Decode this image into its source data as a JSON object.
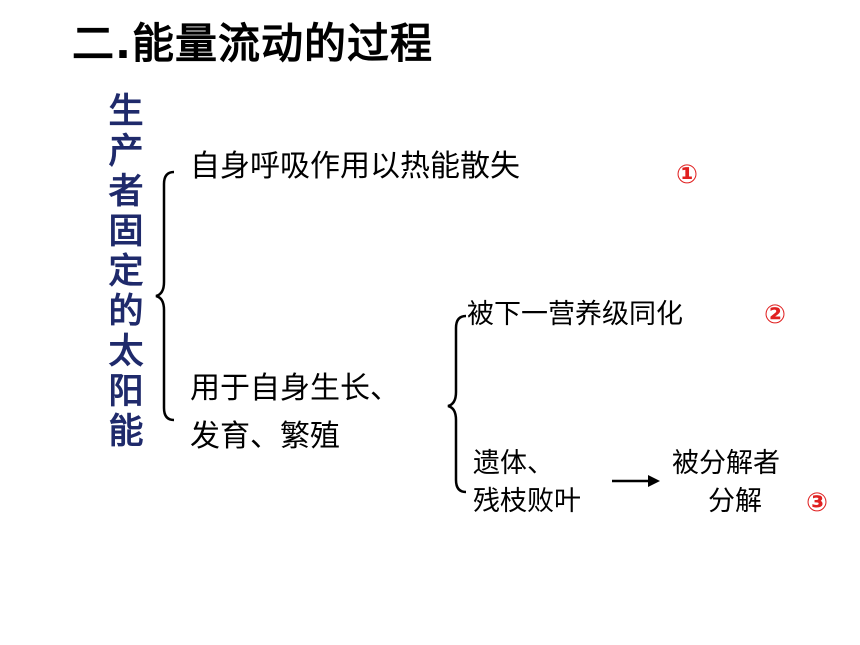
{
  "title": "二.能量流动的过程",
  "source_chars": [
    "生",
    "产",
    "者",
    "固",
    "定",
    "的",
    "太",
    "阳",
    "能"
  ],
  "branch1": "自身呼吸作用以热能散失",
  "branch2_line1": "用于自身生长、",
  "branch2_line2": "发育、繁殖",
  "sub1": "被下一营养级同化",
  "sub2_line1": "遗体、",
  "sub2_line2": "残枝败叶",
  "decomposer_line1": "被分解者",
  "decomposer_line2": "分解",
  "markers": [
    "①",
    "②",
    "③"
  ],
  "colors": {
    "accent_red": "#e02020",
    "vertical_text": "#1f2a6b"
  }
}
